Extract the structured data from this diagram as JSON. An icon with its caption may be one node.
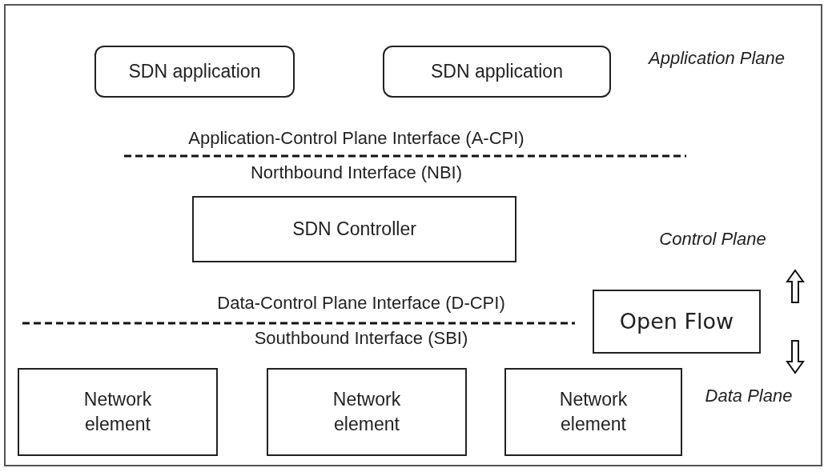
{
  "diagram": {
    "nodes": [
      {
        "text": [
          "SDN application"
        ]
      },
      {
        "text": [
          "SDN application"
        ]
      },
      {
        "text": [
          "SDN Controller"
        ]
      },
      {
        "text": [
          "Open Flow"
        ]
      },
      {
        "text": [
          "Network element"
        ]
      },
      {
        "text": [
          "Network element"
        ]
      },
      {
        "text": [
          "Network element"
        ]
      }
    ],
    "edges": [],
    "labels": [
      "Application Plane",
      "Application-Control Plane Interface (A-CPI)",
      "Northbound Interface (NBI)",
      "Control Plane",
      "Data-Control Plane Interface (D-CPI)",
      "Southbound Interface (SBI)",
      "Data Plane"
    ]
  }
}
